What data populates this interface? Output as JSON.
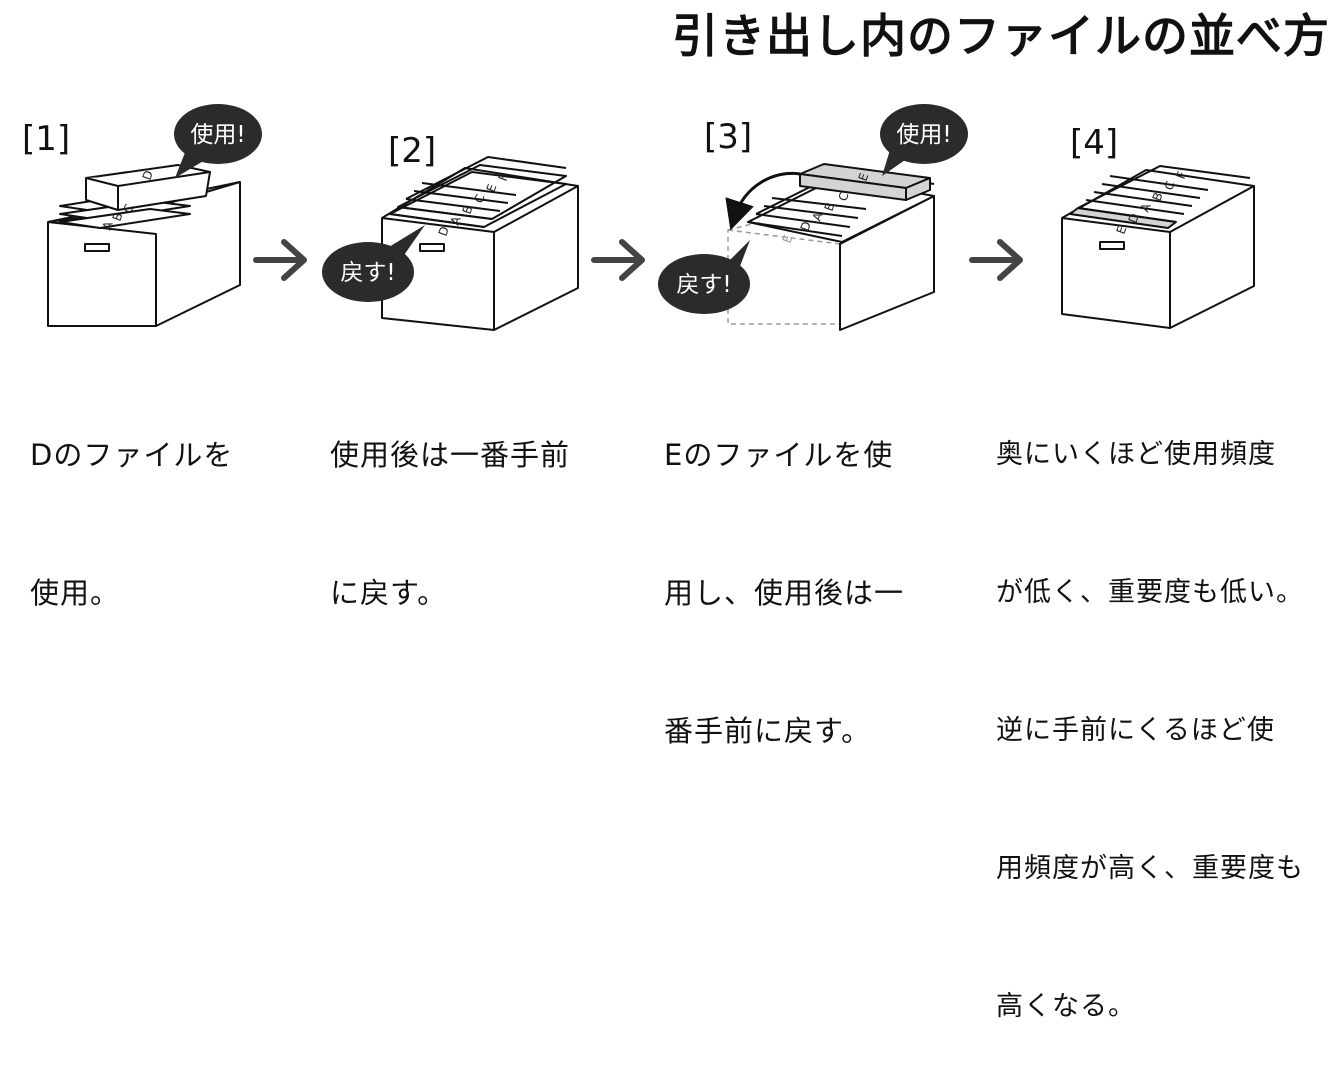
{
  "title": "引き出し内のファイルの並べ方",
  "colors": {
    "ink": "#111111",
    "bubble": "#2b2b2b",
    "highlight": "#d4d4d4",
    "ghost": "#9a9a9a"
  },
  "steps": [
    {
      "number": "[1]",
      "bubble": "使用!",
      "tabs": [
        "A",
        "B",
        "C",
        "D"
      ],
      "caption": [
        "Dのファイルを",
        "使用。"
      ]
    },
    {
      "number": "[2]",
      "bubble": "戻す!",
      "tabs": [
        "D",
        "A",
        "B",
        "C",
        "E",
        "F"
      ],
      "caption": [
        "使用後は一番手前",
        "に戻す。"
      ]
    },
    {
      "number": "[3]",
      "bubble_top": "使用!",
      "bubble_bottom": "戻す!",
      "tabs": [
        "D",
        "A",
        "B",
        "C",
        "E",
        "E"
      ],
      "caption": [
        "Eのファイルを使",
        "用し、使用後は一",
        "番手前に戻す。"
      ]
    },
    {
      "number": "[4]",
      "tabs": [
        "E",
        "D",
        "A",
        "B",
        "C",
        "F"
      ],
      "caption": [
        "奥にいくほど使用頻度",
        "が低く、重要度も低い。",
        "逆に手前にくるほど使",
        "用頻度が高く、重要度も",
        "高くなる。"
      ]
    }
  ]
}
